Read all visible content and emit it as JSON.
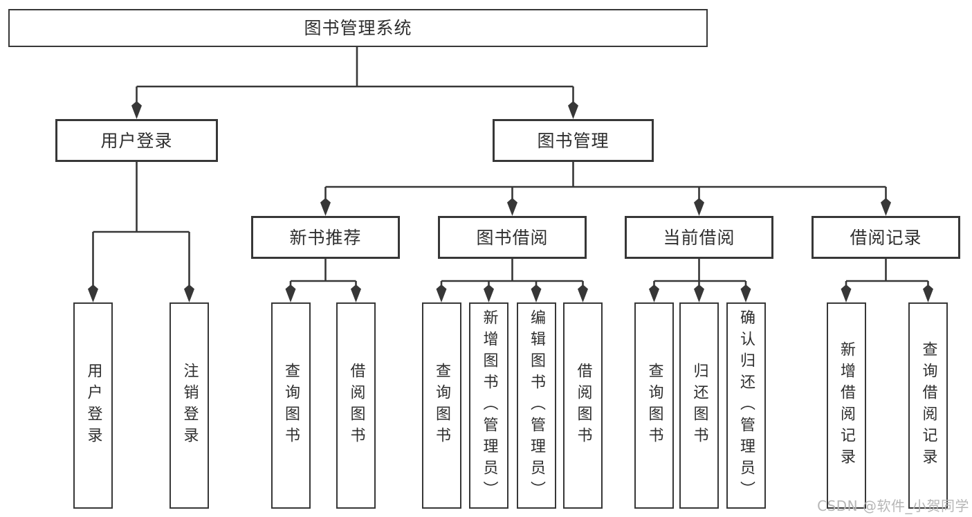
{
  "watermark": "CSDN @软件_小贺同学",
  "colors": {
    "line": "#373737",
    "box_border": "#373737",
    "text": "#2e2e2e",
    "watermark": "#b6b6b6",
    "background": "#ffffff"
  },
  "tree": {
    "root": {
      "label": "图书管理系统"
    },
    "branches": [
      {
        "label": "用户登录",
        "children": [
          {
            "label": "用户登录"
          },
          {
            "label": "注销登录"
          }
        ]
      },
      {
        "label": "图书管理",
        "children": [
          {
            "label": "新书推荐",
            "children": [
              {
                "label": "查询图书"
              },
              {
                "label": "借阅图书"
              }
            ]
          },
          {
            "label": "图书借阅",
            "children": [
              {
                "label": "查询图书"
              },
              {
                "label": "新增图书（管理员）"
              },
              {
                "label": "编辑图书（管理员）"
              },
              {
                "label": "借阅图书"
              }
            ]
          },
          {
            "label": "当前借阅",
            "children": [
              {
                "label": "查询图书"
              },
              {
                "label": "归还图书"
              },
              {
                "label": "确认归还（管理员）"
              }
            ]
          },
          {
            "label": "借阅记录",
            "children": [
              {
                "label": "新增借阅记录"
              },
              {
                "label": "查询借阅记录"
              }
            ]
          }
        ]
      }
    ]
  }
}
